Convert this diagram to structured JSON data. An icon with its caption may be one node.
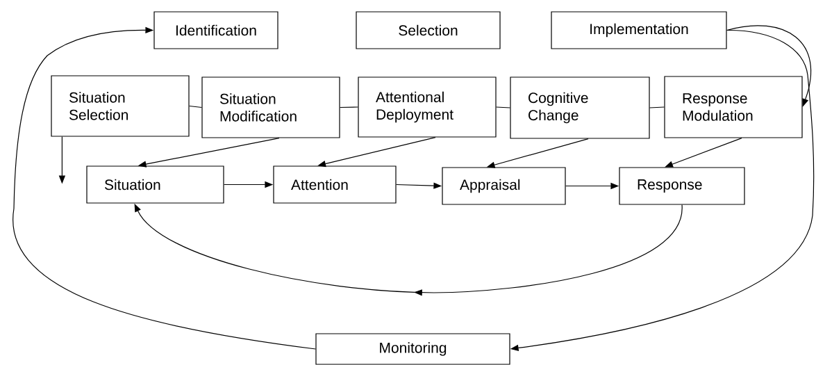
{
  "diagram": {
    "nodes": [
      {
        "text": [
          "Identification"
        ]
      },
      {
        "text": [
          "Selection"
        ]
      },
      {
        "text": [
          "Implementation"
        ]
      },
      {
        "text": [
          "Situation Selection"
        ]
      },
      {
        "text": [
          "Situation Modification"
        ]
      },
      {
        "text": [
          "Attentional Deployment"
        ]
      },
      {
        "text": [
          "Cognitive Change"
        ]
      },
      {
        "text": [
          "Response Modulation"
        ]
      },
      {
        "text": [
          "Situation"
        ]
      },
      {
        "text": [
          "Attention"
        ]
      },
      {
        "text": [
          "Appraisal"
        ]
      },
      {
        "text": [
          "Response"
        ]
      },
      {
        "text": [
          "Monitoring"
        ]
      }
    ],
    "edges": [
      {
        "from": 12,
        "to": 0,
        "arrow": "to"
      },
      {
        "from": 2,
        "to": 7,
        "arrow": "to"
      },
      {
        "from": 2,
        "to": 12,
        "arrow": "to"
      },
      {
        "from": 3,
        "to": 4,
        "arrow": "none"
      },
      {
        "from": 4,
        "to": 5,
        "arrow": "none"
      },
      {
        "from": 5,
        "to": 6,
        "arrow": "none"
      },
      {
        "from": 6,
        "to": 7,
        "arrow": "none"
      },
      {
        "from": 3,
        "to": null,
        "arrow": "to"
      },
      {
        "from": 4,
        "to": 8,
        "arrow": "to"
      },
      {
        "from": 5,
        "to": 9,
        "arrow": "to"
      },
      {
        "from": 6,
        "to": 10,
        "arrow": "to"
      },
      {
        "from": 7,
        "to": 11,
        "arrow": "to"
      },
      {
        "from": 8,
        "to": 9,
        "arrow": "to"
      },
      {
        "from": 9,
        "to": 10,
        "arrow": "to"
      },
      {
        "from": 10,
        "to": 11,
        "arrow": "to"
      },
      {
        "from": 11,
        "to": 8,
        "arrow": "to"
      }
    ]
  }
}
